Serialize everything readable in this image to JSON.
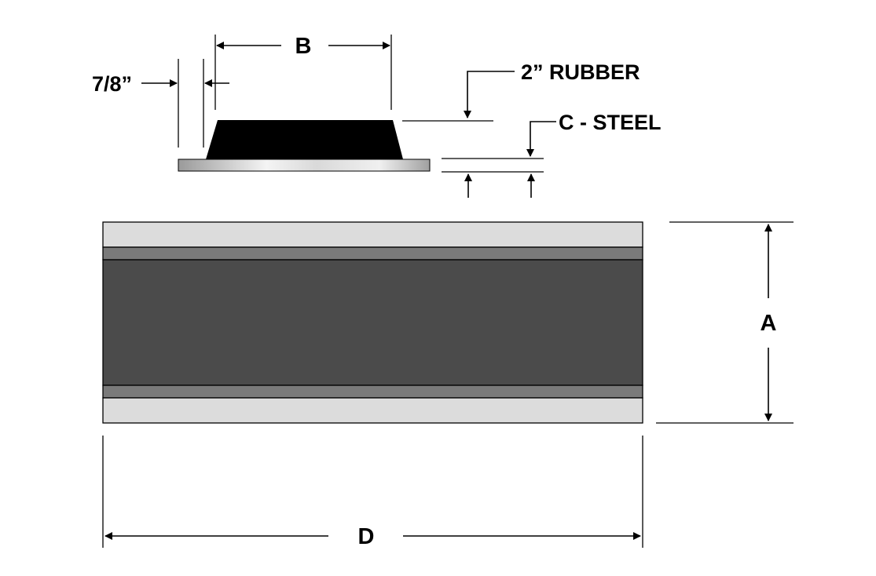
{
  "labels": {
    "b": "B",
    "rubber": "2” RUBBER",
    "fraction": "7/8”",
    "steel": "C - STEEL",
    "a": "A",
    "d": "D"
  },
  "colors": {
    "line": "#000000",
    "rubber_profile": "#000000",
    "steel_plate_light": "#f2f2f2",
    "steel_plate_dark": "#a8a8a8",
    "outer_band": "#dcdcdc",
    "mid_band": "#7a7a7a",
    "core": "#4b4b4b"
  }
}
